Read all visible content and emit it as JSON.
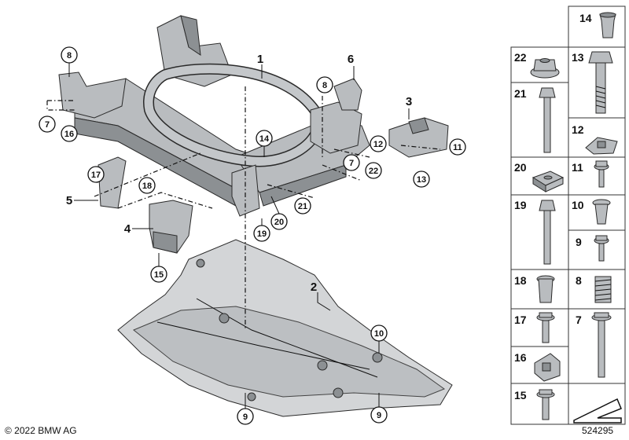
{
  "copyright": "© 2022 BMW AG",
  "diagram_number": "524295",
  "main_labels": [
    "1",
    "2",
    "3",
    "4",
    "5",
    "6"
  ],
  "callouts": {
    "c8a": "8",
    "c7a": "7",
    "c16": "16",
    "c17": "17",
    "c18": "18",
    "c15a": "15",
    "c14": "14",
    "c20": "20",
    "c19": "19",
    "c21": "21",
    "c22": "22",
    "c7b": "7",
    "c8b": "8",
    "c12": "12",
    "c11": "11",
    "c13": "13",
    "c10": "10",
    "c9a": "9",
    "c9b": "9"
  },
  "sidebar_items": [
    {
      "num": "14",
      "icon": "rivet-nut-icon"
    },
    {
      "num": "22",
      "icon": "flange-nut-icon"
    },
    {
      "num": "13",
      "icon": "hex-bolt-icon"
    },
    {
      "num": "21",
      "icon": "long-bolt-icon"
    },
    {
      "num": "12",
      "icon": "speed-nut-icon"
    },
    {
      "num": "20",
      "icon": "square-nut-icon"
    },
    {
      "num": "11",
      "icon": "small-screw-icon"
    },
    {
      "num": "19",
      "icon": "long-bolt-icon"
    },
    {
      "num": "10",
      "icon": "expanding-nut-icon"
    },
    {
      "num": "9",
      "icon": "small-screw-icon"
    },
    {
      "num": "18",
      "icon": "rivet-nut-icon"
    },
    {
      "num": "8",
      "icon": "spring-nut-icon"
    },
    {
      "num": "17",
      "icon": "short-bolt-icon"
    },
    {
      "num": "7",
      "icon": "long-bolt-icon"
    },
    {
      "num": "16",
      "icon": "clip-nut-icon"
    },
    {
      "num": "15",
      "icon": "short-bolt-icon"
    }
  ],
  "colors": {
    "part": "#b9bcbf",
    "dark": "#8c9093",
    "outline": "#2a2a2a"
  }
}
